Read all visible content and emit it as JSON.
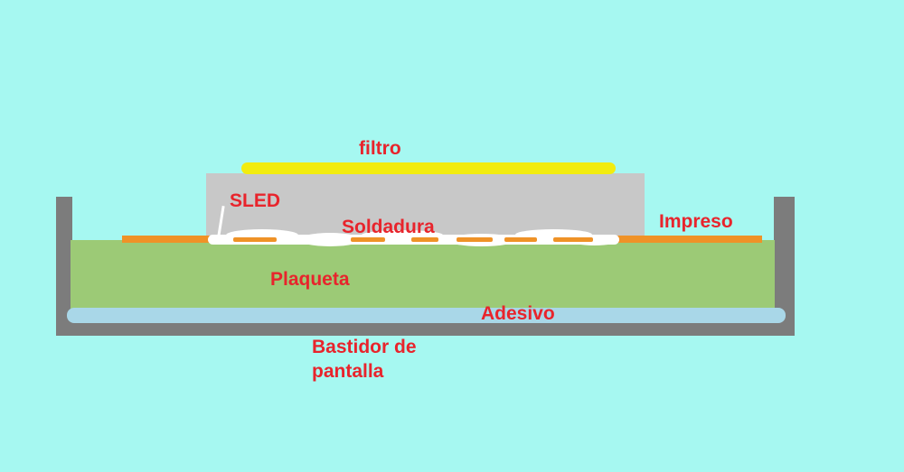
{
  "diagram": {
    "labels": {
      "filtro": "filtro",
      "sled": "SLED",
      "soldadura": "Soldadura",
      "impreso": "Impreso",
      "plaqueta": "Plaqueta",
      "adesivo": "Adesivo",
      "bastidor_line1": "Bastidor de",
      "bastidor_line2": "pantalla"
    },
    "colors": {
      "background_cyan": "#A6F8F1",
      "frame_gray": "#7C7C7C",
      "sled_gray": "#C8C8C8",
      "filter_yellow": "#F2EC0F",
      "solder_orange": "#EF9227",
      "board_green": "#9CCA76",
      "adhesive_blue": "#A9D7E8",
      "solder_white": "#FFFFFF",
      "label_red": "#E8242C"
    }
  }
}
